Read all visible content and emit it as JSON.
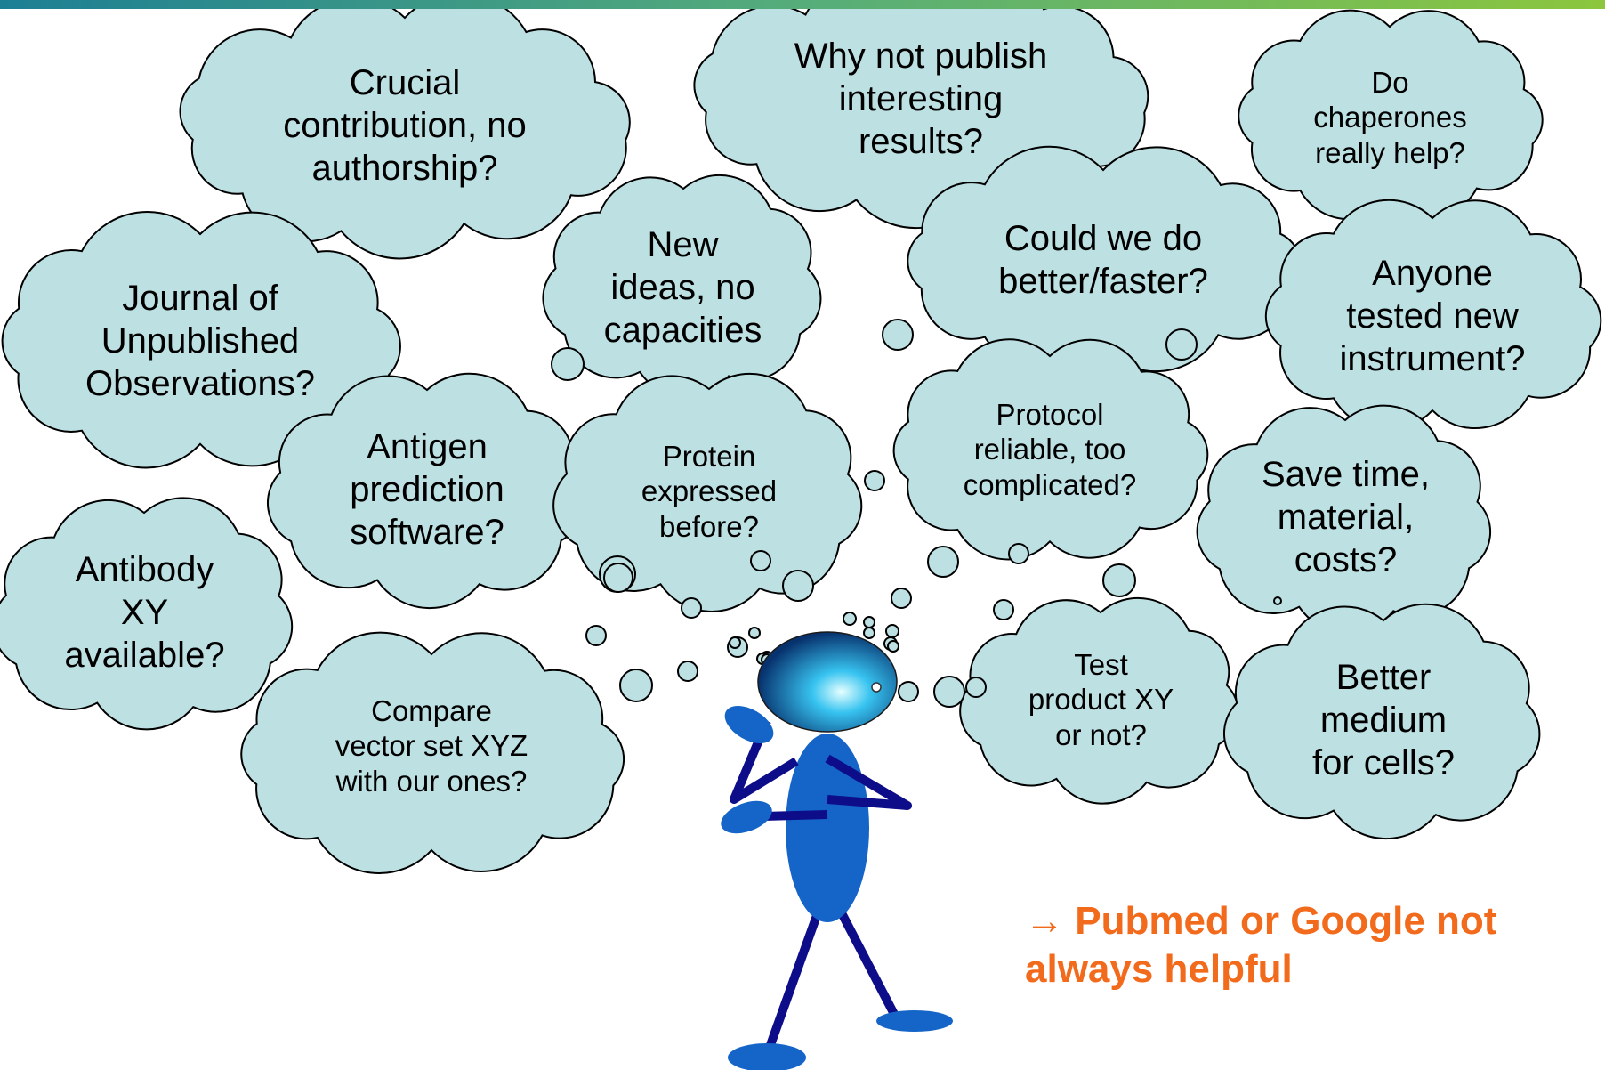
{
  "clouds": {
    "authorship": "Crucial\ncontribution, no\nauthorship?",
    "publish": "Why not publish\ninteresting\nresults?",
    "chaperones": "Do\nchaperones\nreally help?",
    "ideas": "New\nideas, no\ncapacities",
    "better": "Could we do\nbetter/faster?",
    "journal": "Journal of\nUnpublished\nObservations?",
    "instrument": "Anyone\ntested new\ninstrument?",
    "antigen": "Antigen\nprediction\nsoftware?",
    "protein": "Protein\nexpressed\nbefore?",
    "protocol": "Protocol\nreliable, too\ncomplicated?",
    "savetime": "Save time,\nmaterial,\ncosts?",
    "antibody": "Antibody\nXY\navailable?",
    "vector": "Compare\nvector set XYZ\nwith our ones?",
    "product": "Test\nproduct XY\nor not?",
    "medium": "Better\nmedium\nfor cells?"
  },
  "conclusion": "→ Pubmed or Google not always helpful",
  "colors": {
    "cloud_fill": "#bde0e3",
    "figure_body": "#1565c8",
    "figure_lines": "#0d0d8a",
    "head": "#1b8fd6",
    "conclusion": "#f26a1b",
    "top_bar": [
      "#1d7f94",
      "#8cc63e"
    ]
  }
}
